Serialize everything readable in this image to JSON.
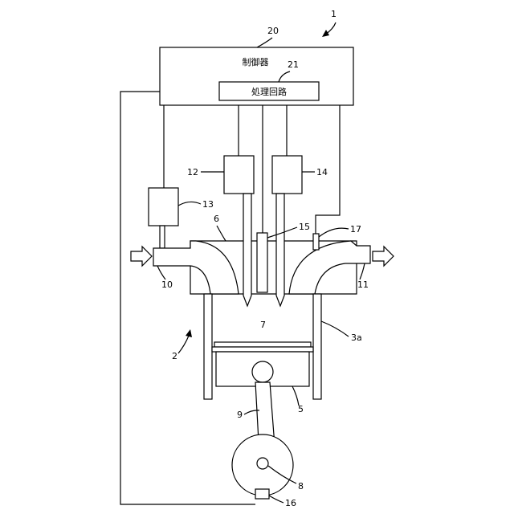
{
  "controller": {
    "label": "制御器",
    "ref": "20"
  },
  "processing_circuit": {
    "label": "処理回路",
    "ref": "21"
  },
  "refs": {
    "system": "1",
    "engine": "2",
    "cylinder_block": "3a",
    "piston": "5",
    "cylinder_head": "6",
    "combustion_chamber": "7",
    "crankshaft": "8",
    "connecting_rod": "9",
    "intake_port": "10",
    "exhaust_port": "11",
    "injector_actuator": "12",
    "intake_sensor": "13",
    "ignition_actuator": "14",
    "pressure_sensor": "15",
    "crank_angle_sensor": "16",
    "exhaust_sensor": "17"
  }
}
